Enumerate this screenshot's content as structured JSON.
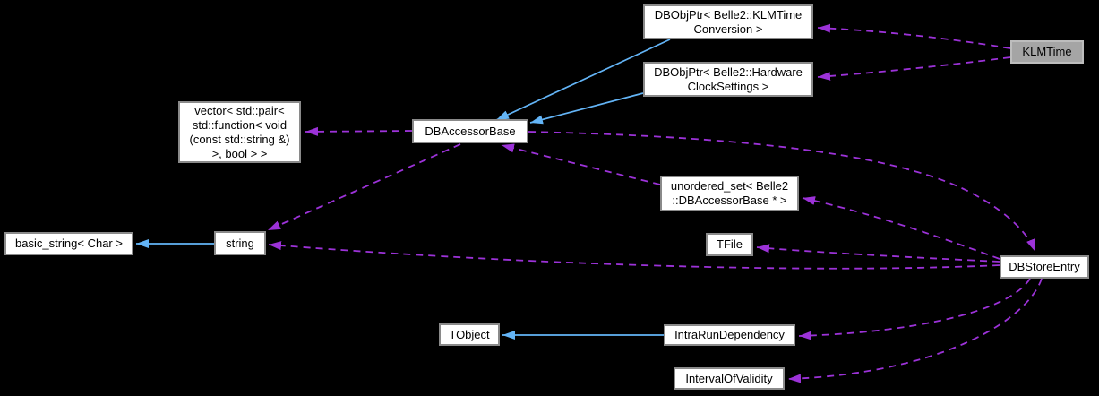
{
  "diagram": {
    "kind": "class collaboration graph",
    "highlighted_node": "KLMTime"
  },
  "nodes": {
    "dbobjptr_klmtimeconversion": {
      "label": "DBObjPtr< Belle2::KLMTime\nConversion >"
    },
    "dbobjptr_hardwareclocksettings": {
      "label": "DBObjPtr< Belle2::Hardware\nClockSettings >"
    },
    "klmtime": {
      "label": "KLMTime"
    },
    "dbaccessorbase": {
      "label": "DBAccessorBase"
    },
    "vector_pair_function": {
      "label": "vector< std::pair<\n std::function< void\n(const std::string &)\n >, bool > >"
    },
    "unordered_set_dbaccessorbase": {
      "label": "unordered_set< Belle2\n::DBAccessorBase * >"
    },
    "tfile": {
      "label": "TFile"
    },
    "dbstoreentry": {
      "label": "DBStoreEntry"
    },
    "basic_string": {
      "label": "basic_string< Char >"
    },
    "string": {
      "label": "string"
    },
    "tobject": {
      "label": "TObject"
    },
    "intrarundependency": {
      "label": "IntraRunDependency"
    },
    "intervalofvalidity": {
      "label": "IntervalOfValidity"
    }
  },
  "edges": [
    {
      "from": "dbobjptr_klmtimeconversion",
      "to": "dbaccessorbase",
      "type": "inherits"
    },
    {
      "from": "dbobjptr_hardwareclocksettings",
      "to": "dbaccessorbase",
      "type": "inherits"
    },
    {
      "from": "string",
      "to": "basic_string",
      "type": "inherits"
    },
    {
      "from": "intrarundependency",
      "to": "tobject",
      "type": "inherits"
    },
    {
      "from": "klmtime",
      "to": "dbobjptr_klmtimeconversion",
      "type": "uses"
    },
    {
      "from": "klmtime",
      "to": "dbobjptr_hardwareclocksettings",
      "type": "uses"
    },
    {
      "from": "dbaccessorbase",
      "to": "vector_pair_function",
      "type": "uses"
    },
    {
      "from": "dbaccessorbase",
      "to": "string",
      "type": "uses"
    },
    {
      "from": "dbaccessorbase",
      "to": "dbstoreentry",
      "type": "uses"
    },
    {
      "from": "unordered_set_dbaccessorbase",
      "to": "dbaccessorbase",
      "type": "uses"
    },
    {
      "from": "dbstoreentry",
      "to": "unordered_set_dbaccessorbase",
      "type": "uses"
    },
    {
      "from": "dbstoreentry",
      "to": "tfile",
      "type": "uses"
    },
    {
      "from": "dbstoreentry",
      "to": "string",
      "type": "uses"
    },
    {
      "from": "dbstoreentry",
      "to": "intrarundependency",
      "type": "uses"
    },
    {
      "from": "dbstoreentry",
      "to": "intervalofvalidity",
      "type": "uses"
    }
  ],
  "colors": {
    "background": "#000000",
    "node_fill": "#ffffff",
    "node_border": "#8a8a8a",
    "node_text": "#000000",
    "highlight_fill": "#a5a5a5",
    "highlight_border": "#bdbdbd",
    "inheritance_edge": "#63b4f6",
    "usage_edge": "#9c32d8"
  }
}
